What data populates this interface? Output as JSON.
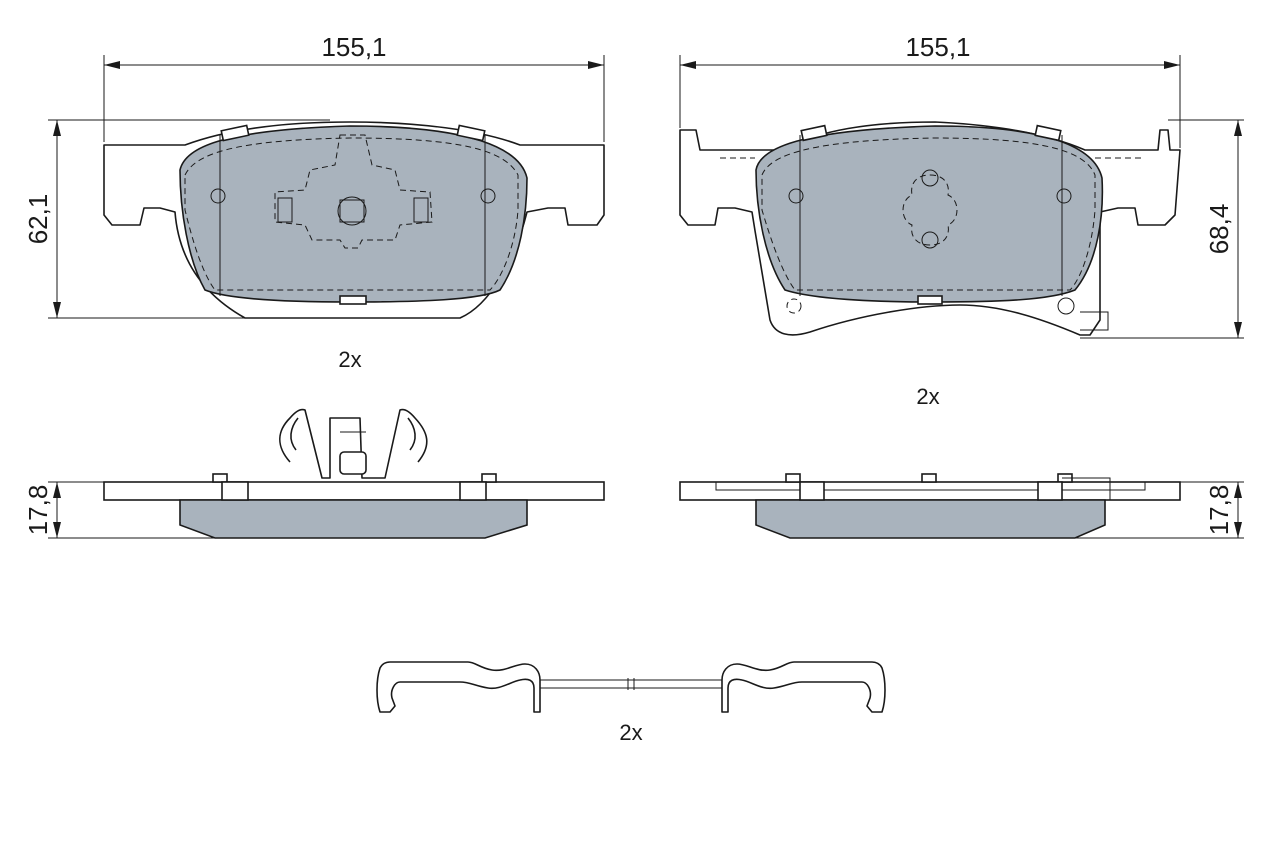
{
  "dimensions": {
    "left_width": "155,1",
    "right_width": "155,1",
    "left_height": "62,1",
    "right_height": "68,4",
    "left_thickness": "17,8",
    "right_thickness": "17,8"
  },
  "quantities": {
    "left_pad": "2x",
    "right_pad": "2x",
    "spring": "2x"
  },
  "colors": {
    "friction_material": "#a9b3bd",
    "line": "#1a1a1a",
    "background": "#ffffff"
  }
}
